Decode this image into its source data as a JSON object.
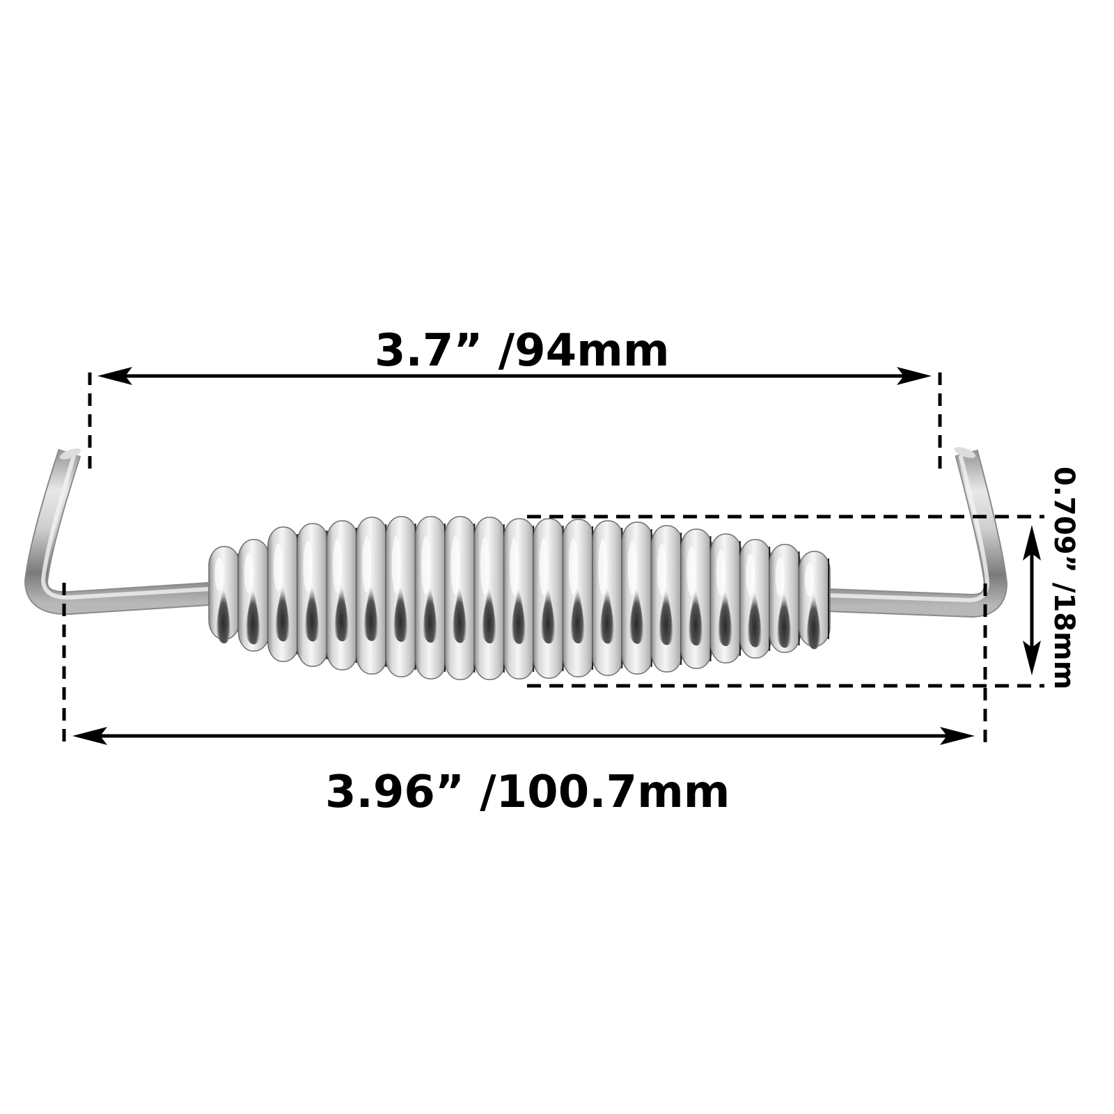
{
  "figure": {
    "subject": "extension spring with bent hook ends",
    "background_color": "#ffffff",
    "line_color": "#000000",
    "metal_color": "#c8c8c8",
    "metal_highlight": "#f4f4f4",
    "metal_shadow": "#5a5a5a",
    "coil_count": 21
  },
  "dimensions": {
    "inner_hook_span": {
      "label": "3.7”  /94mm",
      "inches": "3.7",
      "mm": "94",
      "orientation": "horizontal",
      "position": "top"
    },
    "overall_length": {
      "label": "3.96”  /100.7mm",
      "inches": "3.96",
      "mm": "100.7",
      "orientation": "horizontal",
      "position": "bottom"
    },
    "coil_outer_diameter": {
      "label": "0.709” /18mm",
      "inches": "0.709",
      "mm": "18",
      "orientation": "vertical",
      "position": "right"
    }
  }
}
